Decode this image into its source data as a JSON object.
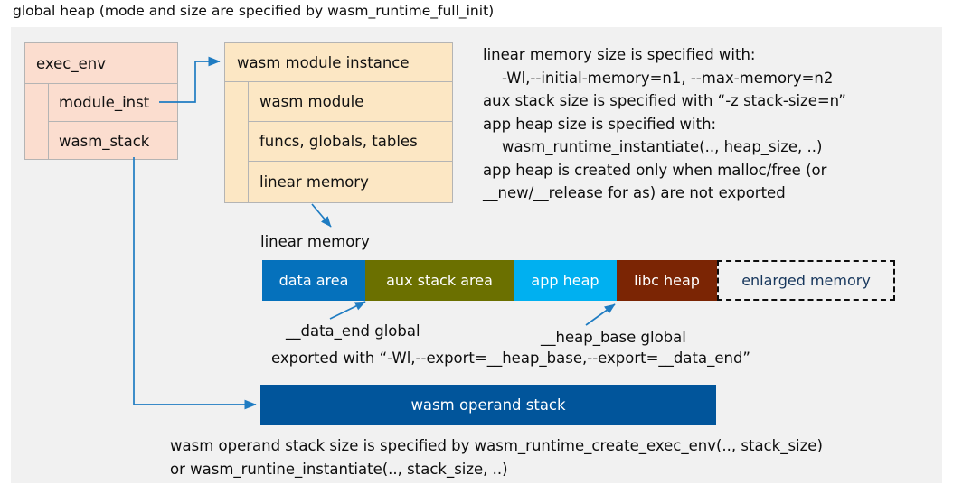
{
  "title": "global heap (mode and size are specified by wasm_runtime_full_init)",
  "colors": {
    "background": "#ffffff",
    "panel": "#f1f1f1",
    "exec_env_fill": "#fbddcf",
    "module_fill": "#fce7c4",
    "border": "#b4b4b4",
    "arrow": "#1f7cc2",
    "data_area": "#0571bc",
    "aux_stack_area": "#6b7000",
    "app_heap": "#00b0f0",
    "libc_heap": "#7b2504",
    "enlarged_memory_text": "#16365c",
    "operand_stack": "#01559b",
    "text": "#0d0d0d"
  },
  "exec_env": {
    "header": "exec_env",
    "rows": [
      "module_inst",
      "wasm_stack"
    ]
  },
  "module_instance": {
    "header": "wasm module instance",
    "rows": [
      "wasm module",
      "funcs, globals, tables",
      "linear memory"
    ]
  },
  "notes": "linear memory size is specified with:\n    -Wl,--initial-memory=n1, --max-memory=n2\naux stack size is specified with “-z stack-size=n”\napp heap size is specified with:\n    wasm_runtime_instantiate(.., heap_size, ..)\napp heap is created only when malloc/free (or\n__new/__release for as) are not exported",
  "linear_memory": {
    "label": "linear memory",
    "segments": [
      {
        "label": "data area",
        "color": "#0571bc",
        "width": 114,
        "style": "solid"
      },
      {
        "label": "aux stack area",
        "color": "#6b7000",
        "width": 164,
        "style": "solid"
      },
      {
        "label": "app heap",
        "color": "#00b0f0",
        "width": 114,
        "style": "solid"
      },
      {
        "label": "libc heap",
        "color": "#7b2504",
        "width": 111,
        "style": "solid"
      },
      {
        "label": "enlarged memory",
        "color": "#f1f1f1",
        "width": 197,
        "style": "dashed"
      }
    ]
  },
  "annotations": {
    "data_end": "__data_end global",
    "heap_base": "__heap_base global",
    "exported": "exported with “-Wl,--export=__heap_base,--export=__data_end”"
  },
  "operand_stack": {
    "label": "wasm operand stack",
    "note": "wasm operand stack size is specified by wasm_runtime_create_exec_env(.., stack_size)\nor wasm_runtine_instantiate(.., stack_size, ..)"
  }
}
